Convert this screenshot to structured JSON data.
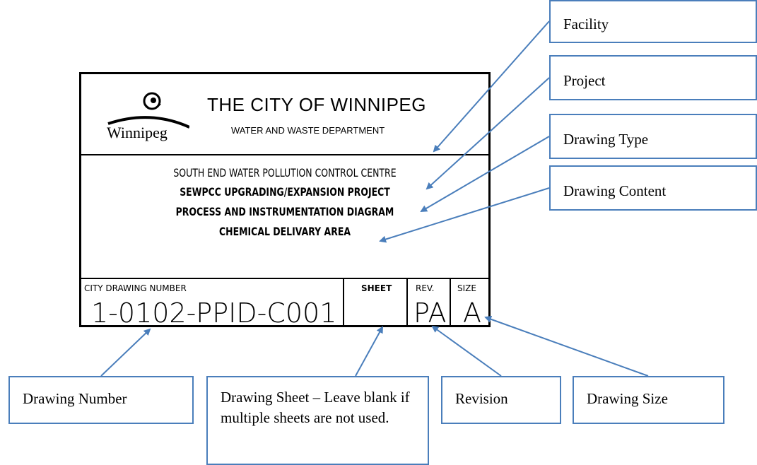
{
  "title_block": {
    "logo_word": "Winnipeg",
    "city_title": "THE CITY OF WINNIPEG",
    "department": "WATER AND WASTE DEPARTMENT",
    "facility": "SOUTH END WATER POLLUTION CONTROL CENTRE",
    "project": "SEWPCC UPGRADING/EXPANSION PROJECT",
    "drawing_type": "PROCESS AND INSTRUMENTATION DIAGRAM",
    "drawing_content": "CHEMICAL DELIVARY AREA",
    "drawing_number_header": "CITY DRAWING NUMBER",
    "drawing_number": "1-0102-PPID-C001",
    "sheet_header": "SHEET",
    "sheet_value": "",
    "rev_header": "REV.",
    "rev_value": "PA",
    "size_header": "SIZE",
    "size_value": "A"
  },
  "callouts": {
    "facility": "Facility",
    "project": "Project",
    "drawing_type": "Drawing Type",
    "drawing_content": "Drawing Content",
    "drawing_number": "Drawing Number",
    "drawing_sheet": "Drawing Sheet – Leave blank if multiple sheets are not used.",
    "revision": "Revision",
    "drawing_size": "Drawing Size"
  },
  "colors": {
    "callout_border": "#4a7ebb",
    "arrow": "#4a7ebb",
    "title_block_border": "#000000"
  }
}
